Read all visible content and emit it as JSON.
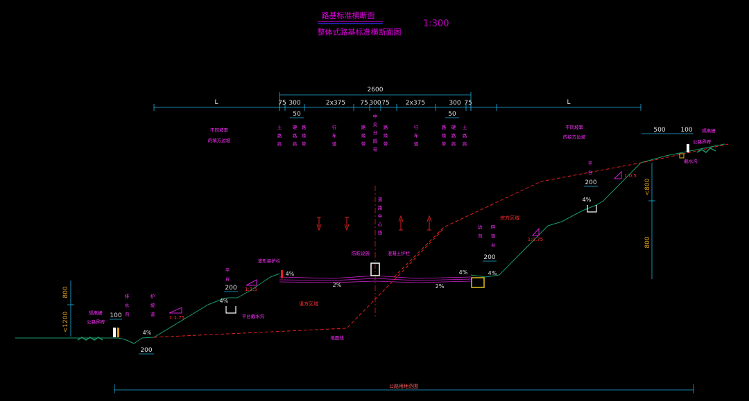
{
  "title": {
    "main": "路基标准横断面",
    "sub": "整体式路基标准横断面图",
    "scale": "1:300"
  },
  "dimensions": {
    "total": "2600",
    "left_L": "L",
    "right_L": "L",
    "row": [
      "75",
      "300",
      "2x375",
      "75",
      "300",
      "75",
      "2x375",
      "300",
      "75"
    ],
    "sub_row": [
      "50",
      "50"
    ],
    "right_top": [
      "500",
      "100"
    ],
    "vertical": [
      "<800",
      "800",
      "800",
      "<1200"
    ],
    "platform": [
      "200",
      "200",
      "200"
    ],
    "small": [
      "100",
      "200"
    ]
  },
  "labels": {
    "left_slope": [
      "不同坡率",
      "的填方边坡"
    ],
    "right_slope": [
      "不同坡率",
      "的挖方边坡"
    ],
    "road_cols": [
      [
        "土",
        "路",
        "肩"
      ],
      [
        "硬",
        "路",
        "肩"
      ],
      [
        "路",
        "缘",
        "带"
      ],
      [
        "行",
        "车",
        "道"
      ],
      [
        "路",
        "缘",
        "带"
      ],
      [
        "中",
        "央",
        "分",
        "隔",
        "带"
      ],
      [
        "路",
        "缘",
        "带"
      ],
      [
        "行",
        "车",
        "道"
      ],
      [
        "路",
        "缘",
        "带"
      ],
      [
        "硬",
        "路",
        "肩"
      ],
      [
        "土",
        "路",
        "肩"
      ]
    ],
    "centerline": [
      "道",
      "路",
      "中",
      "心",
      "线"
    ],
    "platform_right": [
      "平",
      "台"
    ],
    "platform_left": [
      "平",
      "台"
    ],
    "ditch_right": [
      "边",
      "沟"
    ],
    "ditch_right2": [
      "碎",
      "落",
      "台"
    ],
    "drain_left": [
      "排",
      "水",
      "沟"
    ],
    "protect_left": [
      "护",
      "坡",
      "道"
    ],
    "guardrail": "波形梁护栏",
    "anti_glare": "防眩设施",
    "barrier": "混凝土护栏",
    "platform_ditch": "平台截水沟",
    "isolation_left": "隔离栅",
    "boundary_left": "公路界碑",
    "isolation_right": "隔离栅",
    "boundary_right": "公路界碑",
    "intercept_right": "截水沟",
    "fill_zone": "填方区域",
    "cut_zone": "挖方区域",
    "ground_line": "地面线",
    "land_range": "公路用地范围"
  },
  "slopes": {
    "left": [
      "1:1.5",
      "1:1.75"
    ],
    "right": [
      "1:0.5",
      "1:0.75"
    ]
  },
  "percents": [
    "4%",
    "2%",
    "2%",
    "4%",
    "4%",
    "4%",
    "4%",
    "4%"
  ],
  "colors": {
    "title": "#e000e0",
    "dimension": "#20b0e0",
    "ground": "#1a9a6a",
    "zone_line": "#e02020",
    "annotation": "#ff30ff"
  }
}
